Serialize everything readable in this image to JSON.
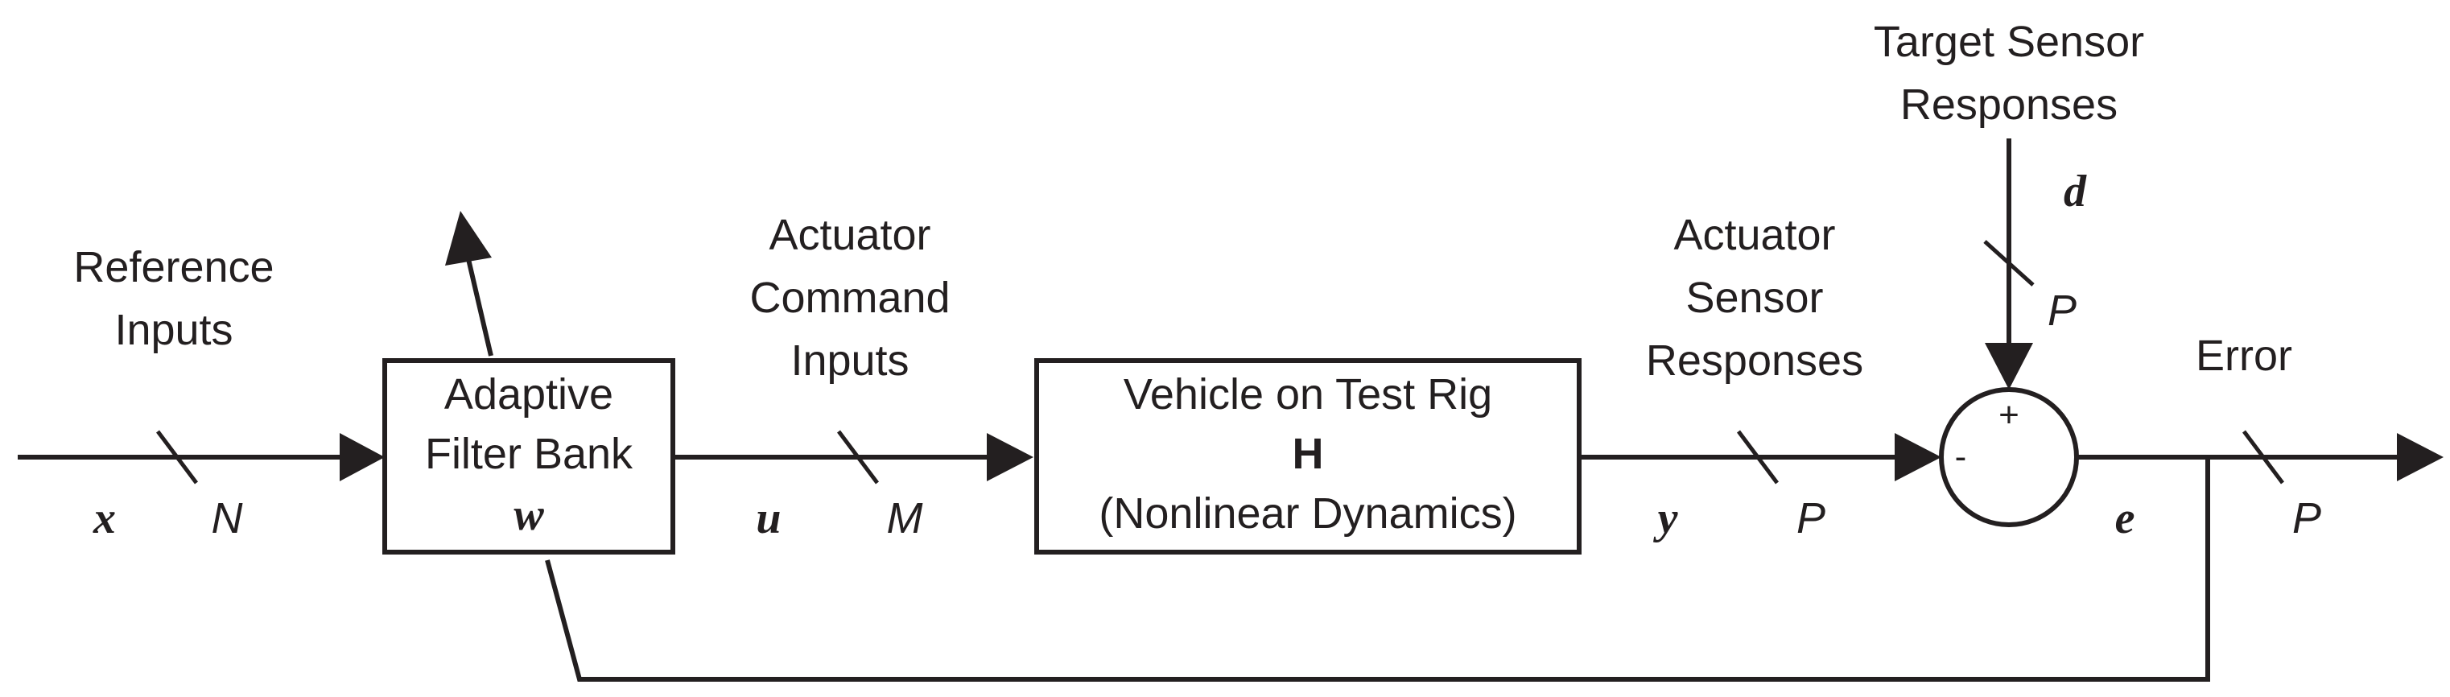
{
  "labels": {
    "reference": [
      "Reference",
      "Inputs"
    ],
    "actuator_command": [
      "Actuator",
      "Command",
      "Inputs"
    ],
    "actuator_sensor": [
      "Actuator",
      "Sensor",
      "Responses"
    ],
    "target_sensor": [
      "Target Sensor",
      "Responses"
    ],
    "error": "Error"
  },
  "blocks": {
    "filter": {
      "line1": "Adaptive",
      "line2": "Filter Bank",
      "symbol": "w"
    },
    "plant": {
      "line1": "Vehicle on Test Rig",
      "symbol": "H",
      "line3": "(Nonlinear Dynamics)"
    }
  },
  "signals": {
    "x": "x",
    "N": "N",
    "u": "u",
    "M": "M",
    "y": "y",
    "P_y": "P",
    "d": "d",
    "P_d": "P",
    "e": "e",
    "P_e": "P"
  },
  "summer": {
    "plus": "+",
    "minus": "-"
  }
}
